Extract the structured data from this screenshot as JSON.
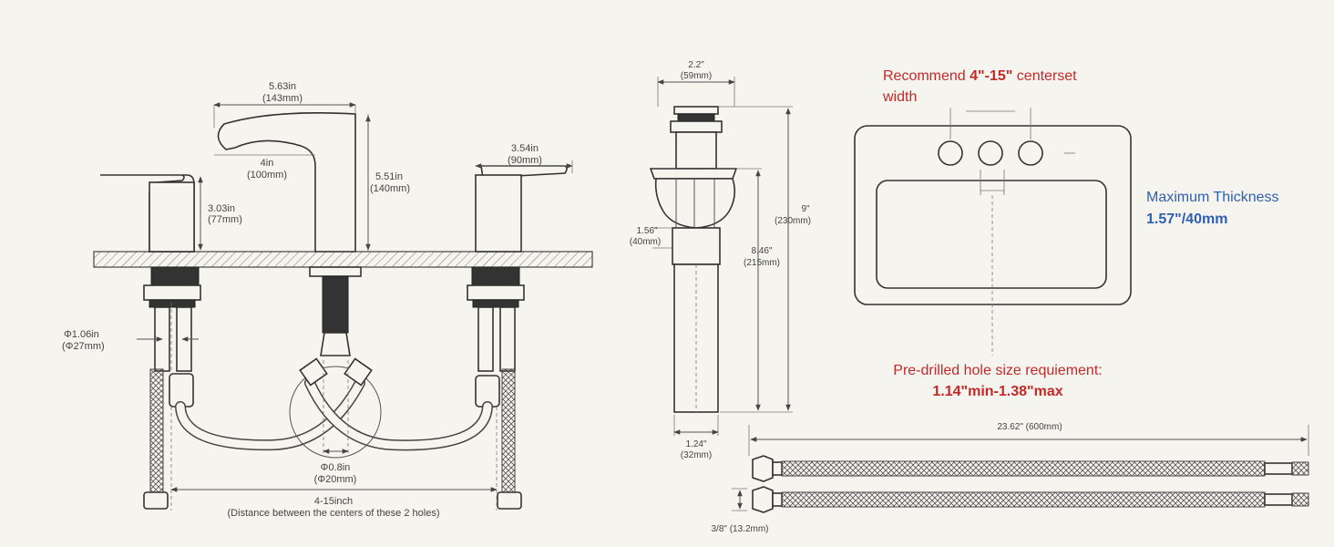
{
  "faucet": {
    "spout_width": "5.63in",
    "spout_width_mm": "(143mm)",
    "spout_reach": "4in",
    "spout_reach_mm": "(100mm)",
    "spout_height": "5.51in",
    "spout_height_mm": "(140mm)",
    "handle_height": "3.03in",
    "handle_height_mm": "(77mm)",
    "handle_width": "3.54in",
    "handle_width_mm": "(90mm)",
    "shank_dia": "Φ1.06in",
    "shank_dia_mm": "(Φ27mm)",
    "tee_dia": "Φ0.8in",
    "tee_dia_mm": "(Φ20mm)",
    "spread": "4-15inch",
    "spread_note": "(Distance between the centers of these 2 holes)"
  },
  "drain": {
    "top_dia": "2.2\"",
    "top_dia_mm": "(59mm)",
    "total_height": "9\"",
    "total_height_mm": "(230mm)",
    "body_height": "8.46\"",
    "body_height_mm": "(215mm)",
    "body_dia": "1.56\"",
    "body_dia_mm": "(40mm)",
    "tail_dia": "1.24\"",
    "tail_dia_mm": "(32mm)"
  },
  "sink": {
    "recommend_pre": "Recommend ",
    "recommend_bold": "4\"-15\"",
    "recommend_post": " centerset",
    "recommend_line2": "width",
    "thickness_label": "Maximum Thickness",
    "thickness_value": "1.57\"/40mm",
    "hole_label": "Pre-drilled hole size requiement:",
    "hole_value": "1.14\"min-1.38\"max"
  },
  "hoses": {
    "length": "23.62\" (600mm)",
    "thread": "3/8\" (13.2mm)"
  },
  "colors": {
    "background": "#f6f4ef",
    "red_text": "#c62828",
    "blue_text": "#2f5fb3"
  }
}
